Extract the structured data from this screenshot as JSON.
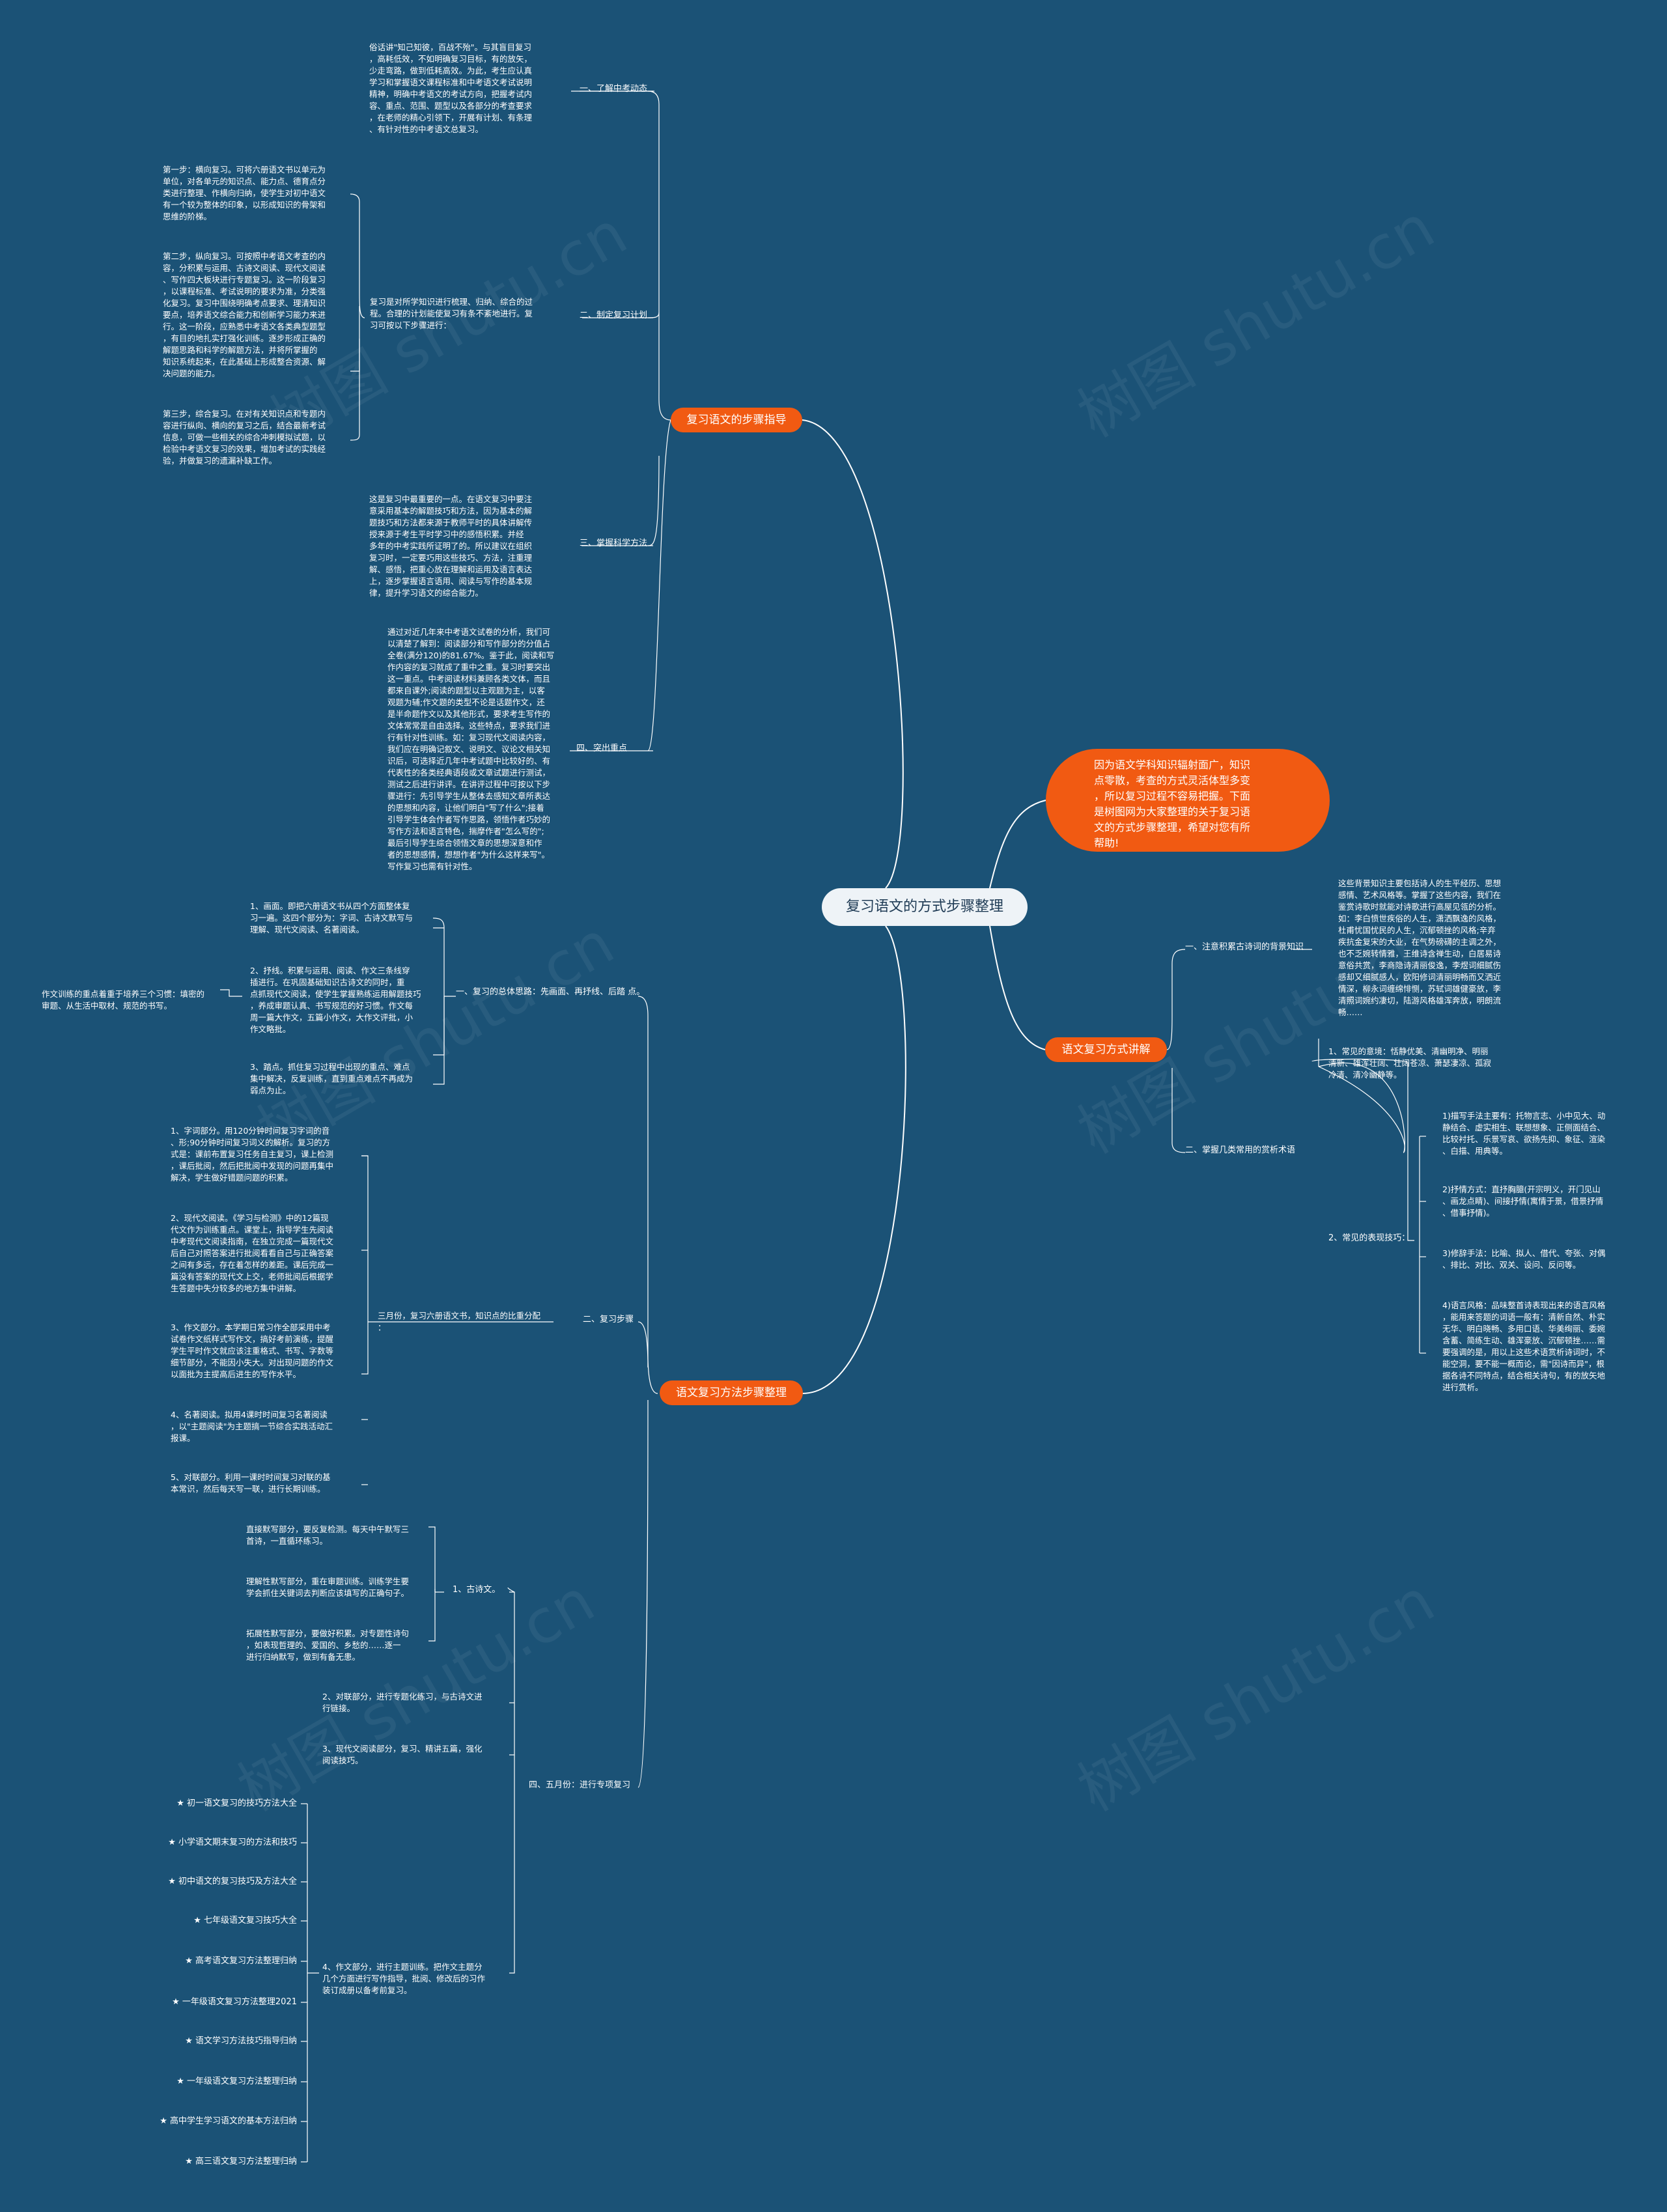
{
  "root": {
    "title": "复习语文的方式步骤整理"
  },
  "watermark": "树图 shutu.cn",
  "intro_text": "因为语文学科知识辐射面广，知识\n点零散，考查的方式灵活体型多变\n，所以复习过程不容易把握。下面\n是树图网为大家整理的关于复习语\n文的方式步骤整理，希望对您有所\n帮助!",
  "branch1": {
    "title": "复习语文的步骤指导",
    "s1": {
      "label": "一、了解中考动态",
      "text": "俗话讲\"知己知彼，百战不殆\"。与其盲目复习\n，高耗低效，不如明确复习目标，有的放矢，\n少走弯路，做到低耗高效。为此，考生应认真\n学习和掌握语文课程标准和中考语文考试说明\n精神，明确中考语文的考试方向，把握考试内\n容、重点、范围、题型以及各部分的考查要求\n，在老师的精心引领下，开展有计划、有条理\n、有针对性的中考语文总复习。"
    },
    "s2": {
      "label": "二、制定复习计划",
      "text": "复习是对所学知识进行梳理、归纳、综合的过\n程。合理的计划能使复习有条不紊地进行。复\n习可按以下步骤进行：",
      "steps": [
        "第一步：横向复习。可将六册语文书以单元为\n单位，对各单元的知识点、能力点、德育点分\n类进行整理、作横向归纳，使学生对初中语文\n有一个较为整体的印象，以形成知识的骨架和\n思维的阶梯。",
        "第二步，纵向复习。可按照中考语文考查的内\n容，分积累与运用、古诗文阅读、现代文阅读\n、写作四大板块进行专题复习。这一阶段复习\n，以课程标准、考试说明的要求为准，分类强\n化复习。复习中围绕明确考点要求、理清知识\n要点，培养语文综合能力和创新学习能力来进\n行。这一阶段，应熟悉中考语文各类典型题型\n，有目的地扎实打强化训练。逐步形成正确的\n解题思路和科学的解题方法，并将所掌握的\n知识系统起来，在此基础上形成整合资源、解\n决问题的能力。",
        "第三步，综合复习。在对有关知识点和专题内\n容进行纵向、横向的复习之后，结合最新考试\n信息，可做一些相关的综合冲刺模拟试题，以\n检验中考语文复习的效果，增加考试的实践经\n验，并做复习的遗漏补缺工作。"
      ]
    },
    "s3": {
      "label": "三、掌握科学方法",
      "text": "这是复习中最重要的一点。在语文复习中要注\n意采用基本的解题技巧和方法，因为基本的解\n题技巧和方法都来源于教师平时的具体讲解传\n授来源于考生平时学习中的感悟积累。并经\n多年的中考实践所证明了的。所以建议在组织\n复习时，一定要巧用这些技巧、方法，注重理\n解、感悟，把重心放在理解和运用及语言表达\n上，逐步掌握语言语用、阅读与写作的基本规\n律，提升学习语文的综合能力。"
    },
    "s4": {
      "label": "四、突出重点",
      "text": "通过对近几年来中考语文试卷的分析，我们可\n以清楚了解到：阅读部分和写作部分的分值占\n全卷(满分120)的81.67%。鉴于此，阅读和写\n作内容的复习就成了重中之重。复习时要突出\n这一重点。中考阅读材料兼顾各类文体，而且\n都来自课外;阅读的题型以主观题为主，以客\n观题为辅;作文题的类型不论是话题作文，还\n是半命题作文以及其他形式，要求考生写作的\n文体常常是自由选择。这些特点，要求我们进\n行有针对性训练。如：复习现代文阅读内容，\n我们应在明确记叙文、说明文、议论文相关知\n识后，可选择近几年中考试题中比较好的、有\n代表性的各类经典语段或文章试题进行测试，\n测试之后进行讲评。在讲评过程中可按以下步\n骤进行：先引导学生从整体去感知文章所表达\n的思想和内容，让他们明白\"写了什么\";接着\n引导学生体会作者写作思路，领悟作者巧妙的\n写作方法和语言特色，揣摩作者\"怎么写的\";\n最后引导学生综合领悟文章的思想深意和作\n者的思想感情，想想作者\"为什么这样来写\"。\n写作复习也需有针对性。"
    }
  },
  "branch2": {
    "title": "语文复习方式讲解",
    "s1": {
      "label": "一、注意积累古诗词的背景知识",
      "text": "这些背景知识主要包括诗人的生平经历、思想\n感情、艺术风格等。掌握了这些内容，我们在\n鉴赏诗歌时就能对诗歌进行高屋见瓴的分析。\n如：李白愤世疾俗的人生，潇洒飘逸的风格，\n杜甫忧国忧民的人生，沉郁顿挫的风格;辛弃\n疾抗金复宋的大业，在气势磅礴的主调之外，\n也不乏婉转情雅，王维诗含禅生动，白居易诗\n意俗共赏，李商隐诗清丽俊逸，李煜词细腻伤\n感却又细腻感人，欧阳修词清丽明畅而又洒近\n情深，柳永词缠绵悱恻，苏轼词雄健豪放，李\n清照词婉约凄切，陆游风格雄浑奔放，明朗流\n畅……"
    },
    "s2": {
      "label": "二、掌握几类常用的赏析术语",
      "mood": "1、常见的意境：恬静优美、清幽明净、明丽\n清新、雄浑壮阔、壮阔苍凉、萧瑟凄凉、孤寂\n冷清、清冷幽静等。",
      "tech_label": "2、常见的表现技巧：",
      "techs": [
        "1)描写手法主要有：托物言志、小中见大、动\n静结合、虚实相生、联想想象、正侧面结合、\n比较衬托、乐景写哀、欲扬先抑、象征、渲染\n、白描、用典等。",
        "2)抒情方式：直抒胸臆(开宗明义，开门见山\n、画龙点睛)、间接抒情(寓情于景，借景抒情\n、借事抒情)。",
        "3)修辞手法：比喻、拟人、借代、夸张、对偶\n、排比、对比、双关、设问、反问等。",
        "4)语言风格：品味整首诗表现出来的语言风格\n，能用来答题的词语一般有：清新自然、朴实\n无华、明白晓畅、多用口语、华美绚丽、委婉\n含蓄、简练生动、雄浑豪放、沉郁顿挫……需\n要强调的是，用以上这些术语赏析诗词时，不\n能空洞，要不能一概而论，需\"因诗而异\"，根\n据各诗不同特点，结合相关诗句，有的放矢地\n进行赏析。"
      ]
    }
  },
  "branch3": {
    "title": "语文复习方法步骤整理",
    "s1": {
      "label": "一、复习的总体思路：先画面、再抒线、后踏\n点。",
      "items": [
        "1、画面。即把六册语文书从四个方面整体复\n习一遍。这四个部分为：字词、古诗文默写与\n理解、现代文阅读、名著阅读。",
        "2、抒线。积累与运用、阅读、作文三条线穿\n插进行。在巩固基础知识古诗文的同时，重\n点抓现代文阅读，使学生掌握熟练运用解题技巧\n，养成审题认真、书写规范的好习惯。作文每\n周一篇大作文，五篇小作文，大作文评批，小\n作文略批。",
        "3、踏点。抓住复习过程中出现的重点、难点\n集中解决，反复训练，直到重点难点不再成为\n弱点为止。"
      ],
      "note": "作文训练的重点着重于培养三个习惯：填密的\n审题、从生活中取材、规范的书写。"
    },
    "s2": {
      "label": "二、复习步骤",
      "sub_label": "三月份，复习六册语文书，知识点的比重分配\n：",
      "items": [
        "1、字词部分。用120分钟时间复习字词的音\n、形;90分钟时间复习词义的解析。复习的方\n式是：课前布置复习任务自主复习，课上检测\n，课后批阅，然后把批阅中发现的问题再集中\n解决，学生做好错题问题的积累。",
        "2、现代文阅读。《学习与检测》中的12篇现\n代文作为训练重点。课堂上，指导学生先阅读\n中考现代文阅读指南，在独立完成一篇现代文\n后自己对照答案进行批阅看看自己与正确答案\n之间有多远，存在着怎样的差距。课后完成一\n篇没有答案的现代文上交，老师批阅后根据学\n生答题中失分较多的地方集中讲解。",
        "3、作文部分。本学期日常习作全部采用中考\n试卷作文纸样式写作文，搞好考前演练，提醒\n学生平时作文就应该注重格式、书写、字数等\n细节部分，不能因小失大。对出现问题的作文\n以面批为主提高后进生的写作水平。",
        "4、名著阅读。拟用4课时时间复习名著阅读\n，以\"主题阅读\"为主题搞一节综合实践活动汇\n报课。",
        "5、对联部分。利用一课时时间复习对联的基\n本常识，然后每天写一联，进行长期训练。"
      ]
    },
    "s4": {
      "label": "四、五月份：进行专项复习",
      "p1": {
        "label": "1、古诗文。",
        "items": [
          "直接默写部分，要反复检测。每天中午默写三\n首诗，一直循环练习。",
          "理解性默写部分，重在审题训练。训练学生要\n学会抓住关键词去判断应该填写的正确句子。",
          "拓展性默写部分，要做好积累。对专题性诗句\n，如表现哲理的、爱国的、乡愁的……逐一\n进行归纳默写，做到有备无患。"
        ]
      },
      "p2": "2、对联部分，进行专题化练习，与古诗文进\n行链接。",
      "p3": "3、现代文阅读部分，复习、精讲五篇，强化\n阅读技巧。",
      "p4": {
        "label": "4、作文部分，进行主题训练。把作文主题分\n几个方面进行写作指导，批阅、修改后的习作\n装订成册以备考前复习。",
        "links": [
          "★ 初一语文复习的技巧方法大全",
          "★ 小学语文期末复习的方法和技巧",
          "★ 初中语文的复习技巧及方法大全",
          "★ 七年级语文复习技巧大全",
          "★ 高考语文复习方法整理归纳",
          "★ 一年级语文复习方法整理2021",
          "★ 语文学习方法技巧指导归纳",
          "★ 一年级语文复习方法整理归纳",
          "★ 高中学生学习语文的基本方法归纳",
          "★ 高三语文复习方法整理归纳"
        ]
      }
    }
  }
}
